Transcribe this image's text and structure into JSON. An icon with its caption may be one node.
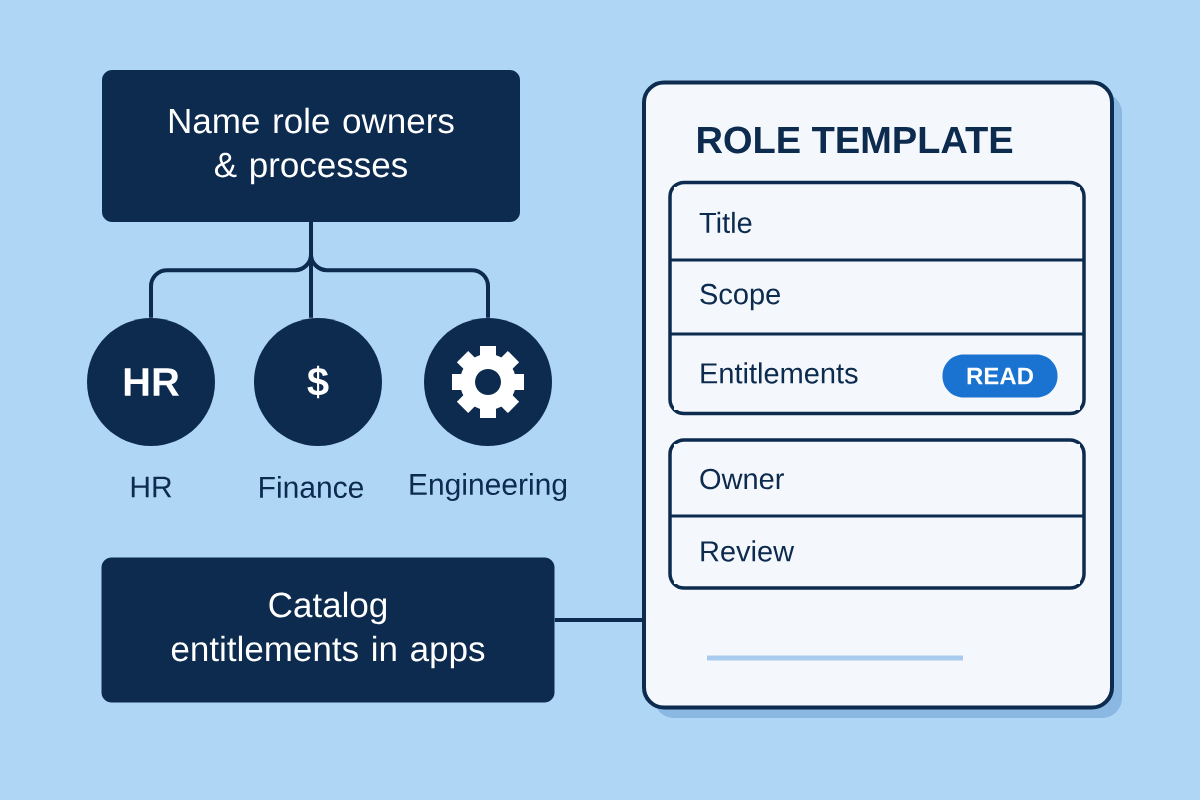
{
  "diagram": {
    "nodes": [
      {
        "text": [
          "Name role owners & processes"
        ]
      },
      {
        "text": [
          "HR"
        ],
        "beside": [
          "HR"
        ]
      },
      {
        "text": [
          "$"
        ],
        "beside": [
          "Finance"
        ]
      },
      {
        "text": [],
        "shape": "circle",
        "beside": [
          "Engineering"
        ]
      },
      {
        "text": [
          "Catalog entitlements in apps"
        ]
      },
      {
        "text": [
          "ROLE TEMPLATE"
        ]
      },
      {
        "text": [],
        "shape": "box",
        "in": 5
      },
      {
        "text": [
          "Title"
        ],
        "in": 6
      },
      {
        "text": [
          "Scope"
        ],
        "in": 6
      },
      {
        "text": [
          "Entitlements"
        ],
        "in": 6
      },
      {
        "text": [
          "READ"
        ],
        "in": 9
      },
      {
        "text": [],
        "shape": "box",
        "in": 5
      },
      {
        "text": [
          "Owner"
        ],
        "in": 11
      },
      {
        "text": [
          "Review"
        ],
        "in": 11
      }
    ],
    "edges": [
      {
        "from": 0,
        "to": 1,
        "arrow": "none"
      },
      {
        "from": 0,
        "to": 2,
        "arrow": "none"
      },
      {
        "from": 0,
        "to": 3,
        "arrow": "none"
      },
      {
        "from": 4,
        "to": 5,
        "arrow": "none"
      }
    ]
  }
}
